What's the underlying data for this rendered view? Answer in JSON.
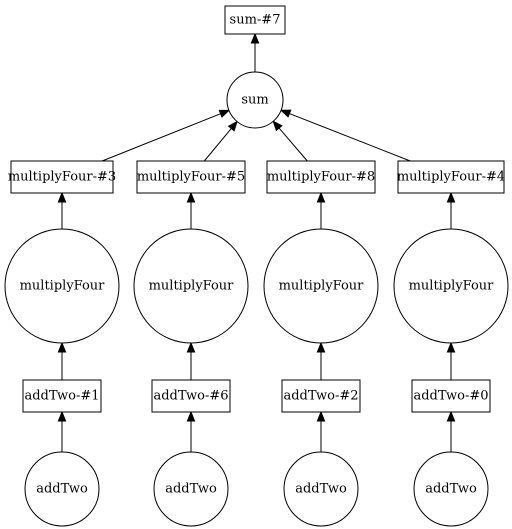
{
  "nodes": [
    {
      "id": "sum7",
      "label": "sum-#7",
      "shape": "box"
    },
    {
      "id": "sum",
      "label": "sum",
      "shape": "circle"
    },
    {
      "id": "mf3",
      "label": "multiplyFour-#3",
      "shape": "box"
    },
    {
      "id": "mf5",
      "label": "multiplyFour-#5",
      "shape": "box"
    },
    {
      "id": "mf8",
      "label": "multiplyFour-#8",
      "shape": "box"
    },
    {
      "id": "mf4",
      "label": "multiplyFour-#4",
      "shape": "box"
    },
    {
      "id": "mfc1",
      "label": "multiplyFour",
      "shape": "circle"
    },
    {
      "id": "mfc2",
      "label": "multiplyFour",
      "shape": "circle"
    },
    {
      "id": "mfc3",
      "label": "multiplyFour",
      "shape": "circle"
    },
    {
      "id": "mfc4",
      "label": "multiplyFour",
      "shape": "circle"
    },
    {
      "id": "at1",
      "label": "addTwo-#1",
      "shape": "box"
    },
    {
      "id": "at6",
      "label": "addTwo-#6",
      "shape": "box"
    },
    {
      "id": "at2",
      "label": "addTwo-#2",
      "shape": "box"
    },
    {
      "id": "at0",
      "label": "addTwo-#0",
      "shape": "box"
    },
    {
      "id": "atc1",
      "label": "addTwo",
      "shape": "circle"
    },
    {
      "id": "atc2",
      "label": "addTwo",
      "shape": "circle"
    },
    {
      "id": "atc3",
      "label": "addTwo",
      "shape": "circle"
    },
    {
      "id": "atc4",
      "label": "addTwo",
      "shape": "circle"
    }
  ],
  "edges": [
    {
      "from": "sum",
      "to": "sum7"
    },
    {
      "from": "mf3",
      "to": "sum"
    },
    {
      "from": "mf5",
      "to": "sum"
    },
    {
      "from": "mf8",
      "to": "sum"
    },
    {
      "from": "mf4",
      "to": "sum"
    },
    {
      "from": "mfc1",
      "to": "mf3"
    },
    {
      "from": "mfc2",
      "to": "mf5"
    },
    {
      "from": "mfc3",
      "to": "mf8"
    },
    {
      "from": "mfc4",
      "to": "mf4"
    },
    {
      "from": "at1",
      "to": "mfc1"
    },
    {
      "from": "at6",
      "to": "mfc2"
    },
    {
      "from": "at2",
      "to": "mfc3"
    },
    {
      "from": "at0",
      "to": "mfc4"
    },
    {
      "from": "atc1",
      "to": "at1"
    },
    {
      "from": "atc2",
      "to": "at6"
    },
    {
      "from": "atc3",
      "to": "at2"
    },
    {
      "from": "atc4",
      "to": "at0"
    }
  ]
}
